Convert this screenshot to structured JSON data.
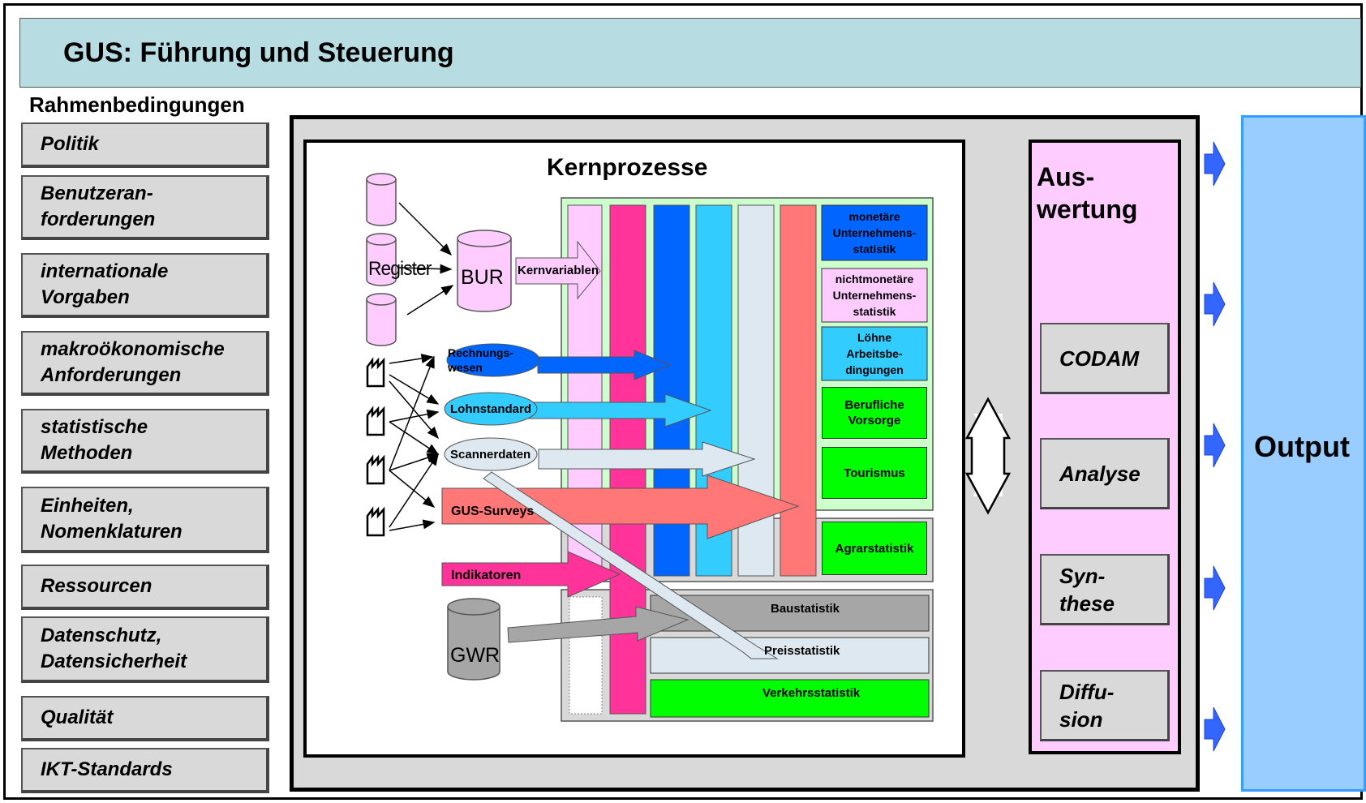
{
  "title": "GUS: Führung und Steuerung",
  "rahmen": {
    "heading": "Rahmenbedingungen",
    "items": [
      "Politik",
      "Benutzeran-\nforderungen",
      "internationale\nVorgaben",
      "makroökonomische\nAnforderungen",
      "statistische\nMethoden",
      "Einheiten,\nNomenklaturen",
      "Ressourcen",
      "Datenschutz,\nDatensicherheit",
      "Qualität",
      "IKT-Standards"
    ]
  },
  "kern": {
    "title": "Kernprozesse",
    "register": "Register",
    "bur": "BUR",
    "kernvariablen": "Kernvariablen",
    "gwr": "GWR",
    "sources": [
      "Rechnungs-\nwesen",
      "Lohnstandard",
      "Scannerdaten",
      "GUS-Surveys",
      "Indikatoren"
    ],
    "stats_top": [
      "monetäre\nUnternehmens-\nstatistik",
      "nichtmonetäre\nUnternehmens-\nstatistik",
      "Löhne\nArbeitsbe-\ndingungen",
      "Berufliche\nVorsorge",
      "Tourismus"
    ],
    "agrar": "Agrarstatistik",
    "stats_bottom": [
      "Baustatistik",
      "Preisstatistik",
      "Verkehrsstatistik"
    ]
  },
  "auswertung": {
    "title": "Aus-\nwertung",
    "items": [
      "CODAM",
      "Analyse",
      "Syn-\nthese",
      "Diffu-\nsion"
    ]
  },
  "output": "Output",
  "colors": {
    "title_bg": "#b7dde3",
    "grey": "#d9d9d9",
    "green": "#00ff00",
    "pink": "#ffccff",
    "output": "#99ccff",
    "arrow_blue": "#3366ff"
  }
}
